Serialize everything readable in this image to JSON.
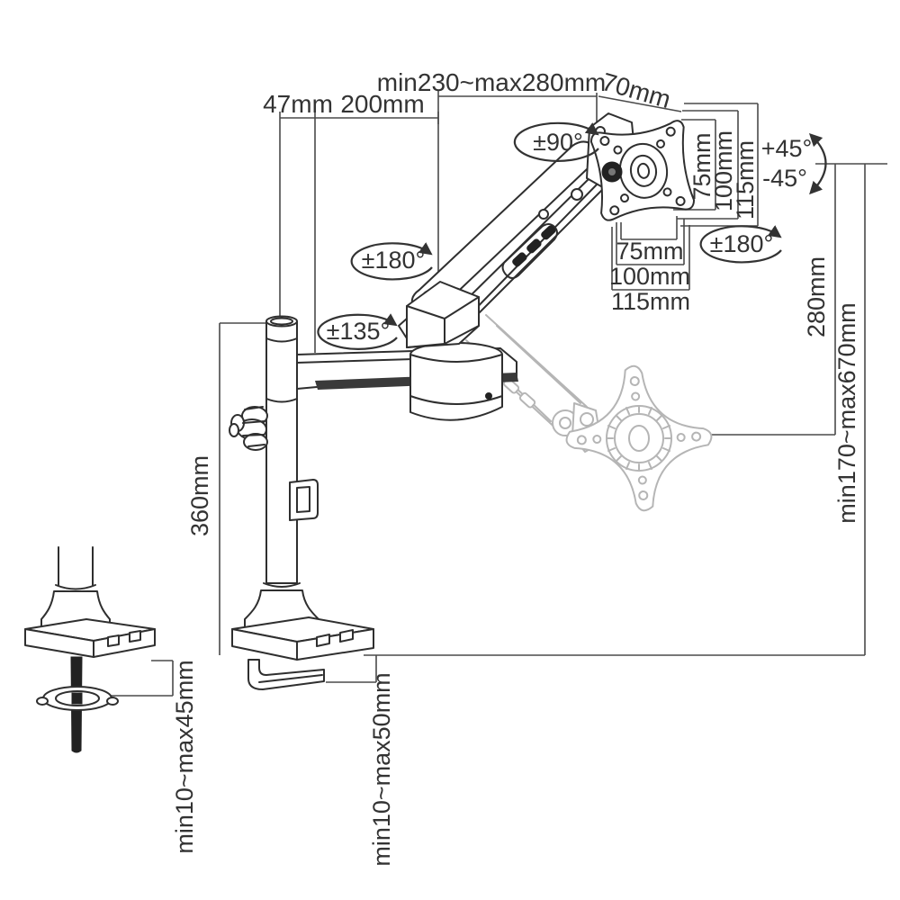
{
  "diagram": "desk-mounted gas-spring monitor arm dimension drawing",
  "labels": {
    "reach_range": "min230~max280mm",
    "head_offset": "70mm",
    "pole_width": "47mm",
    "lower_arm_length": "200mm",
    "head_swivel": "±90°",
    "upper_arm_rotation": "±180°",
    "lower_arm_rotation": "±135°",
    "vesa_rotation": "±180°",
    "tilt_up": "+45°",
    "tilt_down": "-45°",
    "vesa_side_75": "75mm",
    "vesa_side_100": "100mm",
    "vesa_side_115": "115mm",
    "vesa_bottom_75": "75mm",
    "vesa_bottom_100": "100mm",
    "vesa_bottom_115": "115mm",
    "lift_range": "280mm",
    "height_range": "min170~max670mm",
    "pole_height": "360mm",
    "grommet_desk_thickness": "min10~max45mm",
    "clamp_desk_thickness": "min10~max50mm"
  },
  "colors": {
    "line": "#2f2f2f",
    "dimension": "#4a4a4a",
    "ghost": "#b5b5b5",
    "text": "#333333",
    "background": "#ffffff"
  }
}
